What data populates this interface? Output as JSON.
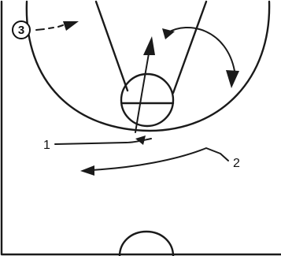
{
  "players": {
    "player_3": "3"
  },
  "labels": {
    "label_1": "1",
    "label_2": "2"
  },
  "colors": {
    "line": "#1a1a1a",
    "background": "#ffffff"
  }
}
